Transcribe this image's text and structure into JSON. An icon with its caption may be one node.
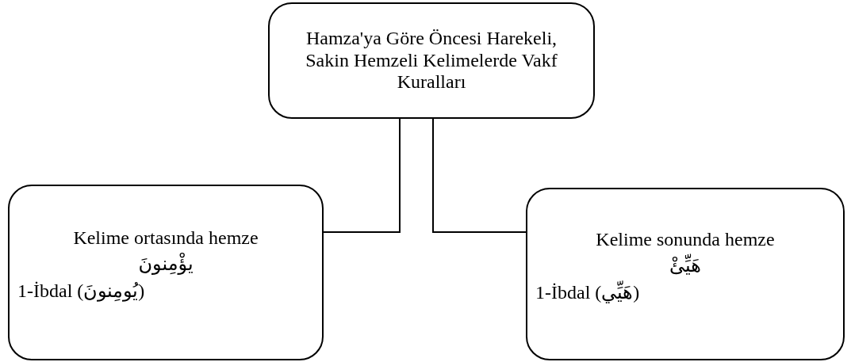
{
  "diagram": {
    "nodes": [
      {
        "text": [
          "Hamza'ya Göre Öncesi Harekeli, Sakin Hemzeli Kelimelerde Vakf Kuralları"
        ]
      },
      {
        "text": [
          "Kelime ortasında hemze",
          "يؤْمِنونَ",
          "1-İbdal (يُومِنونَ)"
        ]
      },
      {
        "text": [
          "Kelime sonunda hemze",
          "هَيِّئْ",
          "1-İbdal (هَيِّي)"
        ]
      }
    ],
    "edges": [
      {
        "from": 0,
        "to": 1,
        "arrow": "none"
      },
      {
        "from": 0,
        "to": 2,
        "arrow": "none"
      }
    ]
  }
}
